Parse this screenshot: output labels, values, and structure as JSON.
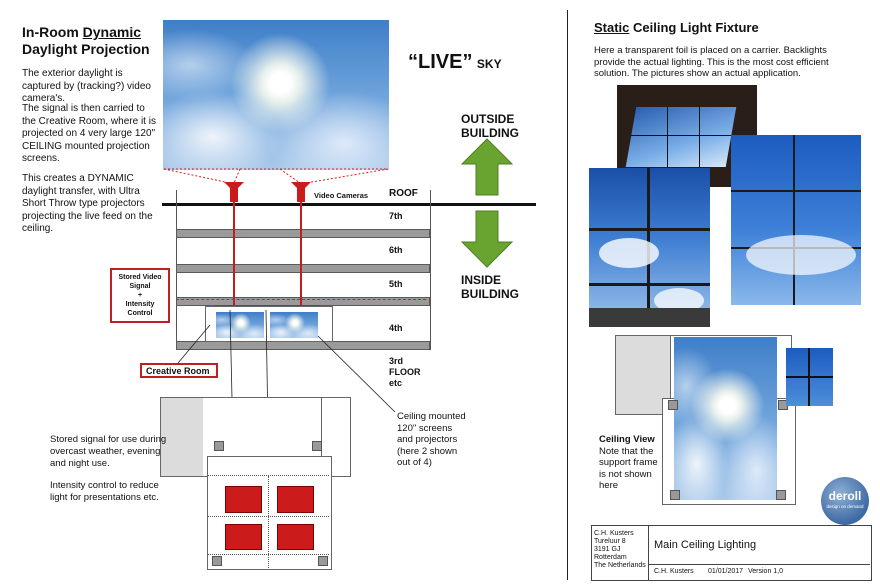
{
  "left": {
    "heading_line1_a": "In-Room ",
    "heading_line1_b": "Dynamic",
    "heading_line2": "Daylight Projection",
    "para1": "The exterior daylight is captured by (tracking?) video camera's.",
    "para2": "The signal is then carried to the Creative Room, where it is projected on 4 very large 120\" CEILING mounted projection screens.",
    "para3": "This creates a DYNAMIC daylight transfer, with Ultra Short Throw type projectors projecting the live feed on the ceiling.",
    "live_label": "“LIVE”",
    "sky_label": "SKY",
    "outside_label_1": "OUTSIDE",
    "outside_label_2": "BUILDING",
    "inside_label_1": "INSIDE",
    "inside_label_2": "BUILDING",
    "video_cameras": "Video Cameras",
    "roof": "ROOF",
    "floor7": "7th",
    "floor6": "6th",
    "floor5": "5th",
    "floor4": "4th",
    "floor3_1": "3rd",
    "floor3_2": "FLOOR",
    "floor3_3": "etc",
    "stored_box_1": "Stored Video",
    "stored_box_2": "Signal",
    "stored_box_3": "+",
    "stored_box_4": "Intensity",
    "stored_box_5": "Control",
    "creative_room": "Creative Room",
    "ceiling_note_1": "Ceiling mounted",
    "ceiling_note_2": "120\" screens",
    "ceiling_note_3": "and projectors",
    "ceiling_note_4": "(here 2 shown",
    "ceiling_note_5": "out of 4)",
    "stored_note": "Stored signal for  use during overcast weather, evening and night use.",
    "intensity_note": "Intensity control to reduce light for presentations etc."
  },
  "right": {
    "heading_a": "Static",
    "heading_b": " Ceiling Light Fixture",
    "para": "Here a transparent foil is placed on a carrier. Backlights provide the actual lighting. This is the most cost efficient solution. The pictures show an actual application.",
    "ceiling_view_title": "Ceiling View",
    "ceiling_view_note": "Note that the support frame is not shown here",
    "logo_text": "deroll",
    "logo_sub": "design on demand"
  },
  "titleblock": {
    "name": "C.H. Kusters",
    "street": "Tureluur 8",
    "zip": "3191 GJ",
    "city": "Rotterdam",
    "country": "The Netherlands",
    "title": "Main Ceiling Lighting",
    "author": "C.H. Kusters",
    "date": "01/01/2017",
    "version": "Version 1,0"
  },
  "colors": {
    "accent_red": "#cc1b1b",
    "arrow_green": "#6aa430",
    "floor_gray": "#9a9a9a"
  }
}
